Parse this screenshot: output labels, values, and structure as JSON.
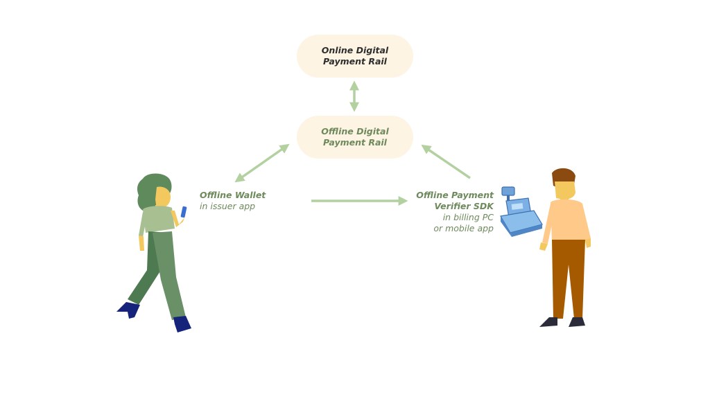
{
  "nodes": {
    "online_rail": {
      "line1": "Online Digital",
      "line2": "Payment Rail"
    },
    "offline_rail": {
      "line1": "Offline Digital",
      "line2": "Payment Rail"
    }
  },
  "wallet": {
    "title": "Offline Wallet",
    "subtitle": "in issuer app"
  },
  "verifier": {
    "title_line1": "Offline Payment",
    "title_line2": "Verifier SDK",
    "sub_line1": "in billing PC",
    "sub_line2": "or mobile app"
  },
  "colors": {
    "arrow": "#b3d1a0",
    "pill_bg": "#fdf4e3",
    "label_green": "#6e8a5c",
    "dark_text": "#2e2e2e"
  },
  "icons": [
    "woman-with-phone-illustration",
    "cash-register-icon",
    "man-cashier-illustration"
  ]
}
